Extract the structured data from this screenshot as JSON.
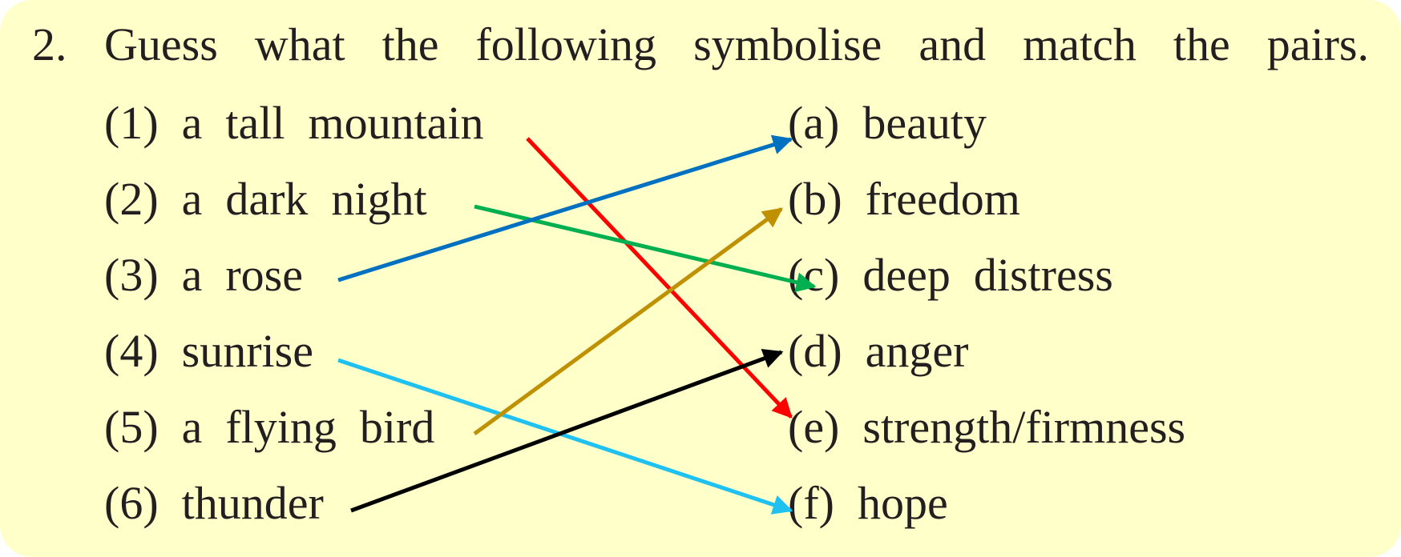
{
  "question": {
    "number": "2.",
    "text": "Guess what the following symbolise and match the pairs."
  },
  "left_items": [
    {
      "label": "(1)  a  tall  mountain"
    },
    {
      "label": "(2)  a  dark  night"
    },
    {
      "label": "(3)  a  rose"
    },
    {
      "label": "(4)  sunrise"
    },
    {
      "label": "(5)  a  flying  bird"
    },
    {
      "label": "(6)  thunder"
    }
  ],
  "right_items": [
    {
      "label": "(a)  beauty"
    },
    {
      "label": "(b)  freedom"
    },
    {
      "label": "(c)  deep  distress"
    },
    {
      "label": "(d)  anger"
    },
    {
      "label": "(e)  strength/firmness"
    },
    {
      "label": "(f)  hope"
    }
  ],
  "matches": [
    {
      "from": 1,
      "to": "e",
      "color": "#ff0000"
    },
    {
      "from": 2,
      "to": "c",
      "color": "#00b050"
    },
    {
      "from": 3,
      "to": "a",
      "color": "#0070c0"
    },
    {
      "from": 4,
      "to": "f",
      "color": "#1fc1f0"
    },
    {
      "from": 5,
      "to": "b",
      "color": "#bf9000"
    },
    {
      "from": 6,
      "to": "d",
      "color": "#000000"
    }
  ],
  "colors": {
    "background": "#ffffc9",
    "text": "#231f20"
  }
}
